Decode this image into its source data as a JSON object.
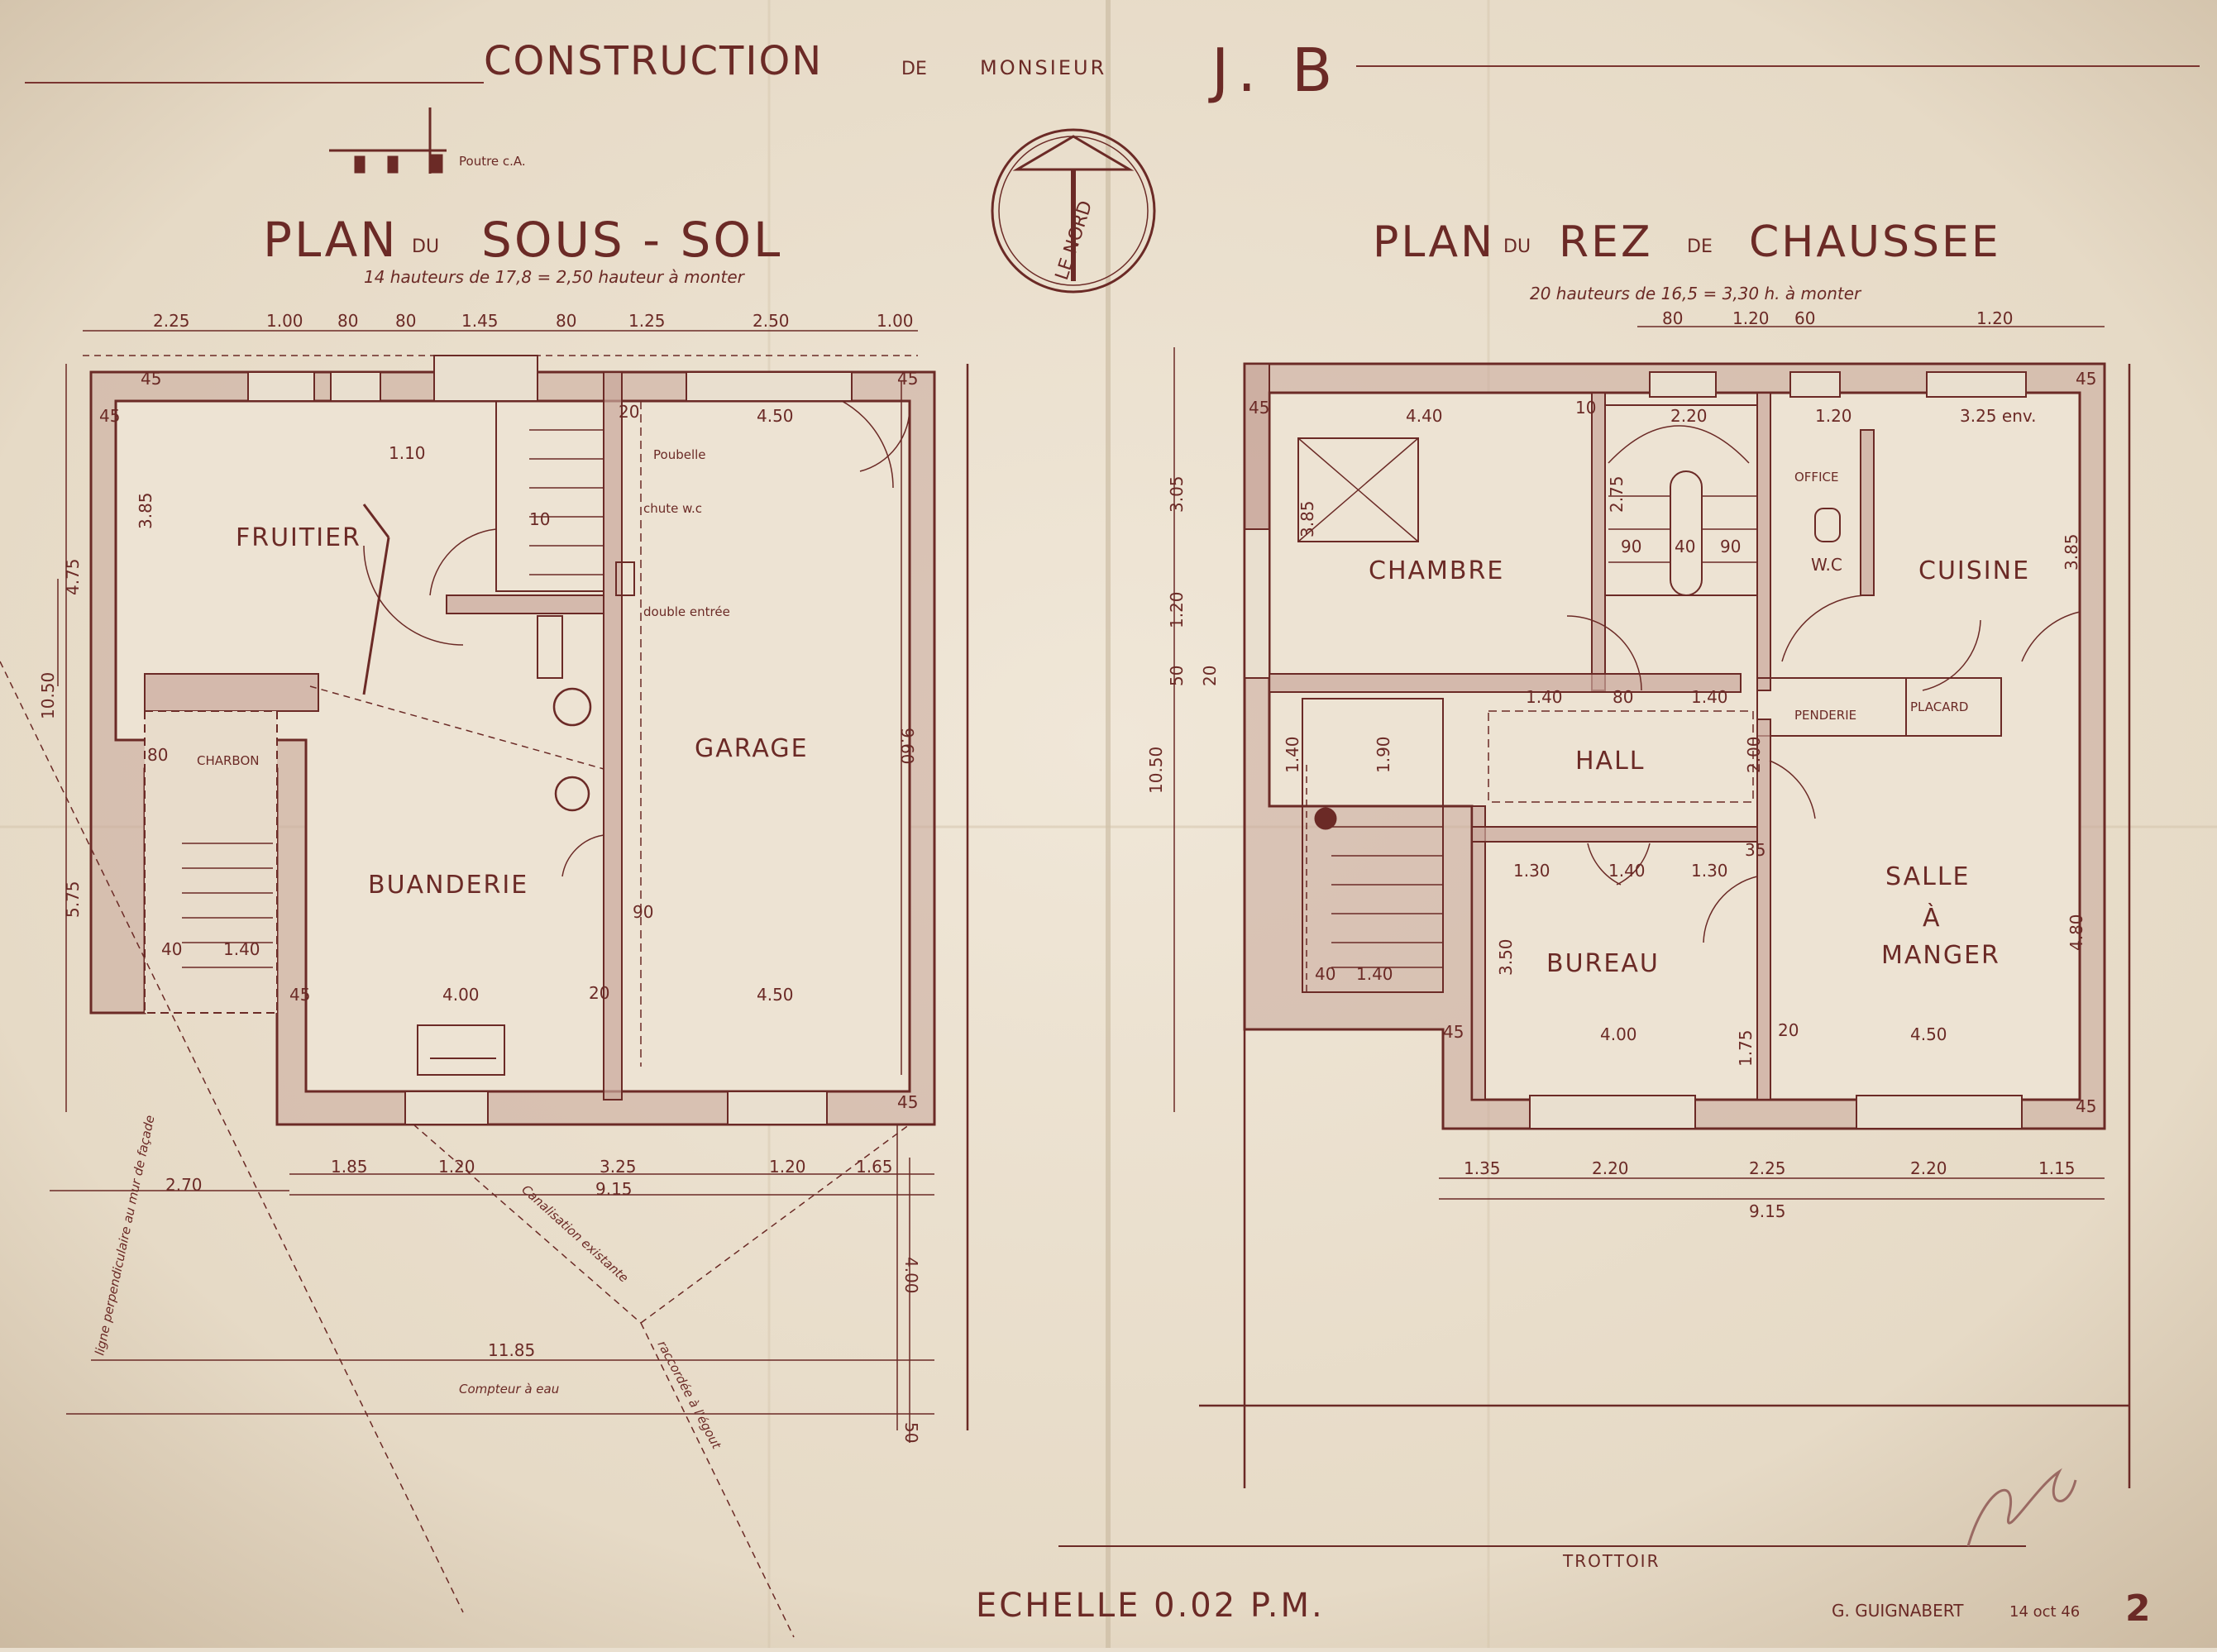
{
  "sheet": {
    "title_main": "CONSTRUCTION",
    "title_de": "DE",
    "title_monsieur": "MONSIEUR",
    "title_owner": "J. B",
    "poutre_note": "Poutre c.A.",
    "north_label": "LE NORD",
    "scale": "ECHELLE 0.02 P.M.",
    "author": "G. GUIGNABERT",
    "date": "14 oct 46",
    "sheet_number": "2",
    "trottoir": "TROTTOIR"
  },
  "basement": {
    "title_plan": "PLAN",
    "title_du": "DU",
    "title_name": "SOUS - SOL",
    "subtitle": "14 hauteurs de 17,8 = 2,50 hauteur à monter",
    "rooms": [
      "FRUITIER",
      "GARAGE",
      "BUANDERIE",
      "CHARBON"
    ],
    "notes": {
      "poubelle": "Poubelle",
      "chute": "chute w.c",
      "double_entree": "double entrée",
      "compteur": "Compteur à eau",
      "canalisation": "Canalisation existante",
      "raccordement": "raccordée à l'égout",
      "ligne": "ligne perpendiculaire au mur de façade"
    },
    "dims_top": [
      "2.25",
      "1.00",
      "80",
      "80",
      "1.45",
      "80",
      "1.25",
      "2.50",
      "1.00"
    ],
    "dims_bottom": [
      "2.70",
      "1.85",
      "1.20",
      "3.25",
      "1.20",
      "1.65"
    ],
    "total_bottom": "9.15",
    "total_outer": "11.85",
    "dims_inner": {
      "d450": "4.50",
      "d400": "4.00",
      "d450b": "4.50",
      "d20": "20",
      "d20b": "20",
      "d45a": "45",
      "d45b": "45",
      "d45c": "45",
      "d45d": "45",
      "d45e": "45",
      "d110": "1.10",
      "d10": "10",
      "d90": "90",
      "d140": "1.40",
      "d40": "40",
      "d80": "80",
      "d385": "3.85"
    },
    "dims_side": {
      "d475": "4.75",
      "d1050": "10.50",
      "d575": "5.75",
      "d960": "9.60",
      "d400": "4.00",
      "d50": "50"
    }
  },
  "ground": {
    "title_plan": "PLAN",
    "title_du": "DU",
    "title_rez": "REZ",
    "title_de": "DE",
    "title_chaussee": "CHAUSSEE",
    "subtitle": "20 hauteurs de 16,5 = 3,30 h. à monter",
    "rooms": [
      "CHAMBRE",
      "CUISINE",
      "HALL",
      "BUREAU",
      "W.C",
      "OFFICE",
      "PENDERIE",
      "PLACARD"
    ],
    "salle": [
      "SALLE",
      "À",
      "MANGER"
    ],
    "dims_top": [
      "80",
      "1.20",
      "60",
      "1.20"
    ],
    "dims_inner": {
      "d440": "4.40",
      "d220": "2.20",
      "d120": "1.20",
      "d325": "3.25 env.",
      "d385": "3.85",
      "d385b": "3.85",
      "d275": "2.75",
      "d90": "90",
      "d40": "40",
      "d90b": "90",
      "d140": "1.40",
      "d80": "80",
      "d140b": "1.40",
      "d350": "3.50",
      "d400": "4.00",
      "d450": "4.50",
      "d480": "4.80",
      "d175": "1.75",
      "d20": "20",
      "d45a": "45",
      "d45b": "45",
      "d45c": "45",
      "d45d": "45",
      "d130": "1.30",
      "d140c": "1.40",
      "d130b": "1.30",
      "d35": "35",
      "d200": "2.00",
      "d10": "10",
      "d190": "1.90",
      "d140d": "1.40",
      "d40b": "40",
      "d140e": "1.40"
    },
    "dims_side": {
      "d305": "3.05",
      "d120": "1.20",
      "d50": "50",
      "d1050": "10.50",
      "d20": "20"
    },
    "dims_bottom": [
      "1.35",
      "2.20",
      "2.25",
      "2.20",
      "1.15"
    ],
    "total_bottom": "9.15"
  }
}
